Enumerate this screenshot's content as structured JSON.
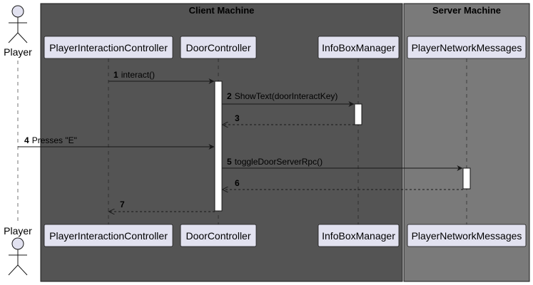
{
  "boxes": {
    "client": {
      "title": "Client Machine",
      "fill": "#545454"
    },
    "server": {
      "title": "Server Machine",
      "fill": "#7a7a7a"
    }
  },
  "actor": {
    "name": "Player"
  },
  "participants": [
    {
      "id": "pic",
      "name": "PlayerInteractionController"
    },
    {
      "id": "dc",
      "name": "DoorController"
    },
    {
      "id": "ibm",
      "name": "InfoBoxManager"
    },
    {
      "id": "pnm",
      "name": "PlayerNetworkMessages"
    }
  ],
  "messages": [
    {
      "num": "1",
      "text": "interact()",
      "from": "pic",
      "to": "dc",
      "style": "solid"
    },
    {
      "num": "2",
      "text": "ShowText(doorInteractKey)",
      "from": "dc",
      "to": "ibm",
      "style": "solid"
    },
    {
      "num": "3",
      "text": "",
      "from": "ibm",
      "to": "dc",
      "style": "dashed"
    },
    {
      "num": "4",
      "text": "Presses \"E\"",
      "from": "player",
      "to": "dc",
      "style": "solid"
    },
    {
      "num": "5",
      "text": "toggleDoorServerRpc()",
      "from": "dc",
      "to": "pnm",
      "style": "solid"
    },
    {
      "num": "6",
      "text": "",
      "from": "pnm",
      "to": "dc",
      "style": "dashed"
    },
    {
      "num": "7",
      "text": "",
      "from": "dc",
      "to": "pic",
      "style": "dashed"
    }
  ],
  "colors": {
    "participant_fill": "#e2e2f0",
    "participant_stroke": "#181818",
    "lifeline": "#181818",
    "activation_fill": "#ffffff"
  }
}
